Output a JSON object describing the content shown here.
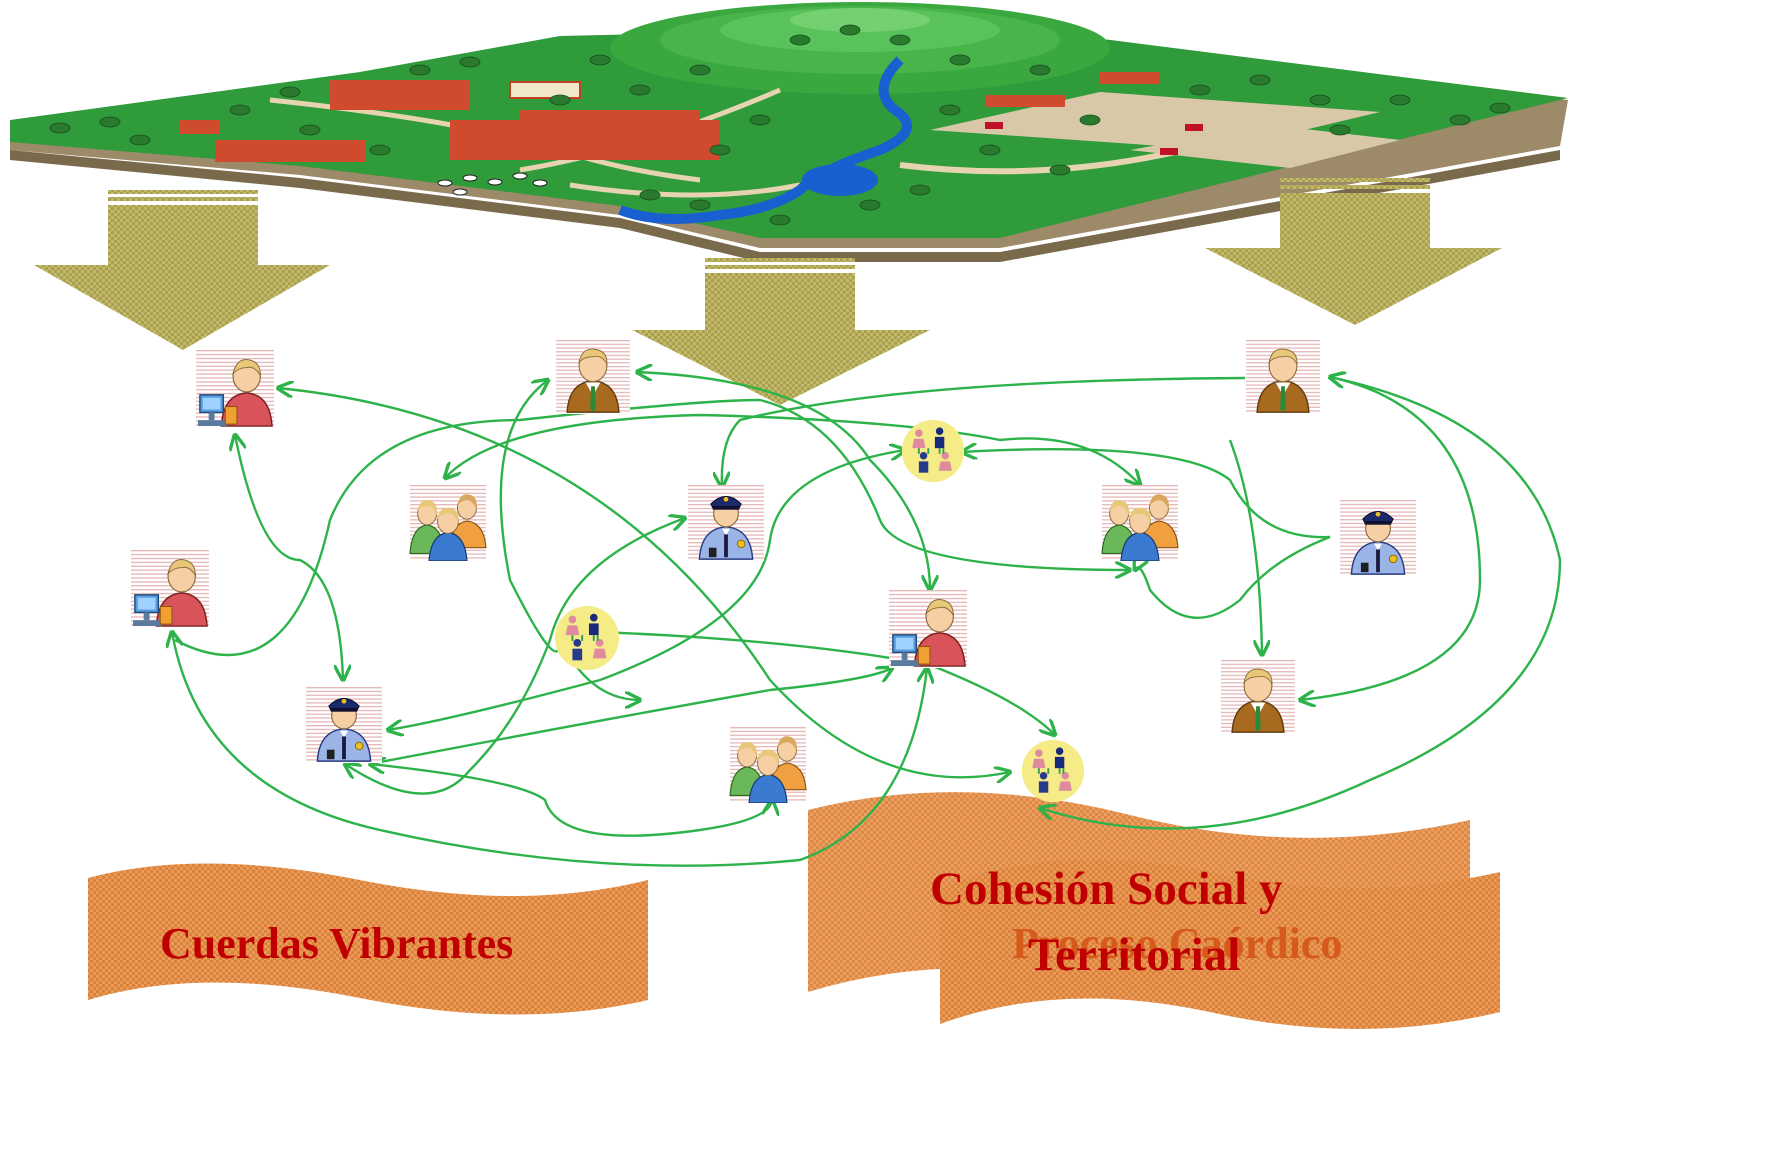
{
  "banners": {
    "left": "Cuerdas Vibrantes",
    "back": "Proceso Caórdico",
    "front_line1": "Cohesión  Social y",
    "front_line2": "Territorial"
  },
  "nodes": [
    {
      "id": "n1",
      "icon": "worker-computer-icon"
    },
    {
      "id": "n2",
      "icon": "businessman-icon"
    },
    {
      "id": "n3",
      "icon": "businessman-icon"
    },
    {
      "id": "n4",
      "icon": "group-people-icon"
    },
    {
      "id": "n5",
      "icon": "police-officer-icon"
    },
    {
      "id": "n6",
      "icon": "community-circle-icon"
    },
    {
      "id": "n7",
      "icon": "group-people-icon"
    },
    {
      "id": "n8",
      "icon": "police-officer-icon"
    },
    {
      "id": "n9",
      "icon": "worker-computer-icon"
    },
    {
      "id": "n10",
      "icon": "community-circle-icon"
    },
    {
      "id": "n11",
      "icon": "worker-computer-icon"
    },
    {
      "id": "n12",
      "icon": "businessman-icon"
    },
    {
      "id": "n13",
      "icon": "police-officer-icon"
    },
    {
      "id": "n14",
      "icon": "group-people-icon"
    },
    {
      "id": "n15",
      "icon": "community-circle-icon"
    }
  ],
  "colors": {
    "arrow_fill": "#b8b05a",
    "connector": "#2db34a",
    "banner": "#e8924e",
    "banner_text": "#c00000",
    "grass": "#2e9a3a",
    "soil": "#9a8a6a"
  }
}
